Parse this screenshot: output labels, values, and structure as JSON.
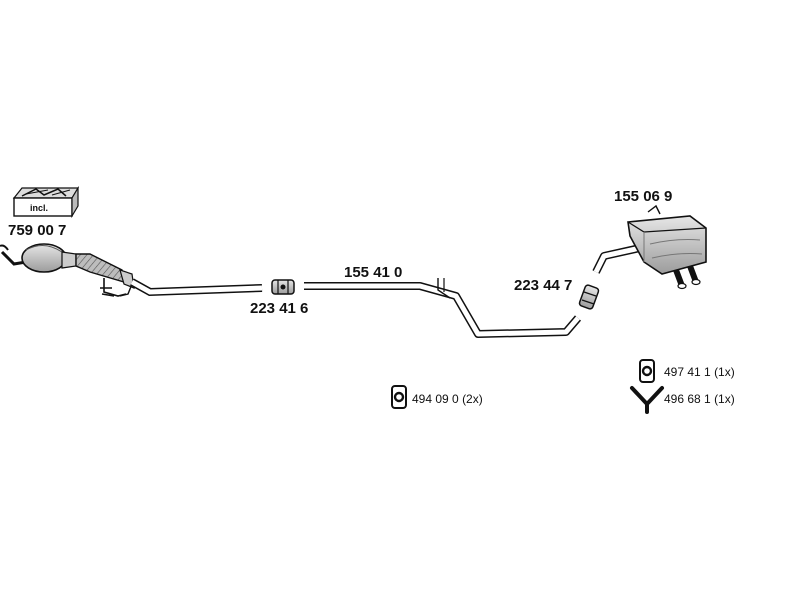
{
  "parts": {
    "catalyst": "759 00 7",
    "clamp_front": "223 41 6",
    "middle_pipe": "155 41 0",
    "clamp_rear": "223 44 7",
    "rear_silencer": "155 06 9"
  },
  "kit_label": "incl.",
  "accessories": [
    {
      "id": "494 09 0",
      "qty": "(2x)",
      "icon": "rubber-mount-icon"
    },
    {
      "id": "497 41 1",
      "qty": "(1x)",
      "icon": "rubber-mount-icon"
    },
    {
      "id": "496 68 1",
      "qty": "(1x)",
      "icon": "y-hanger-icon"
    }
  ],
  "colors": {
    "line": "#111111",
    "fill_light": "#cfcfcf",
    "fill_dark": "#9a9a9a"
  }
}
